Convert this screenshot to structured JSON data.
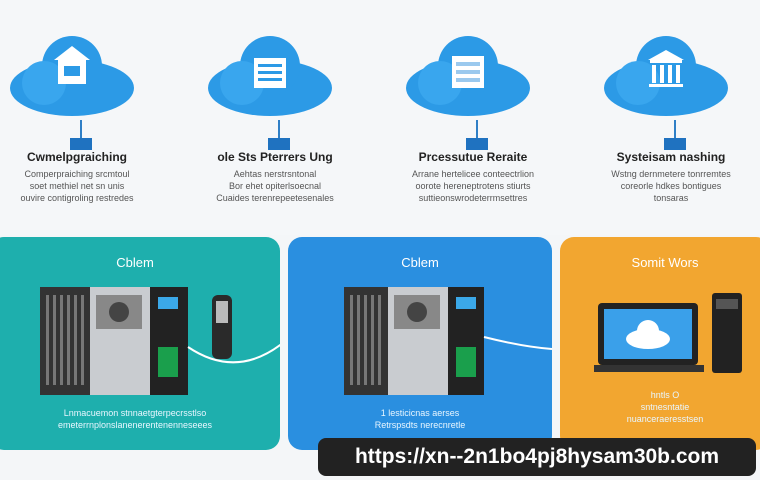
{
  "columns": [
    {
      "title": "Cwmelpgraiching",
      "desc": "Comperpraiching srcmtoul\nsoet methiel net sn unis\nouvire contigroling restredes"
    },
    {
      "title": "ole Sts Pterrers Ung",
      "desc": "Aehtas nerstrsntonal\nBor ehet opiterlsoecnal\nCuaides terenrepeetesenales"
    },
    {
      "title": "Prcessutue Reraite",
      "desc": "Arrane hertelicee conteectrlion\noorote hereneptrotens stiurts\nsuttieonswrodeterrmsettres"
    },
    {
      "title": "Systeisam nashing",
      "desc": "Wstng dernmetere tonrremtes\ncoreorle hdkes bontigues\ntonsaras"
    }
  ],
  "panels": [
    {
      "title": "Cblem",
      "caption": "Lnmacuemon stnnaetgterpecrsstlso\nemeterrnplonslanenerentenenneseees"
    },
    {
      "title": "Cblem",
      "caption": "1 lesticicnas aerses\nRetrspsdts nerecnretle"
    },
    {
      "title": "Somit Wors",
      "caption": "hntls O\nsntnesntatie\nnuanceraeresstsen"
    }
  ],
  "url": "https://xn--2n1bo4pj8hysam30b.com",
  "colors": {
    "teal": "#1eafad",
    "blue": "#2a8fe0",
    "orange": "#f2a630",
    "cloud": "#2c9ae6"
  }
}
